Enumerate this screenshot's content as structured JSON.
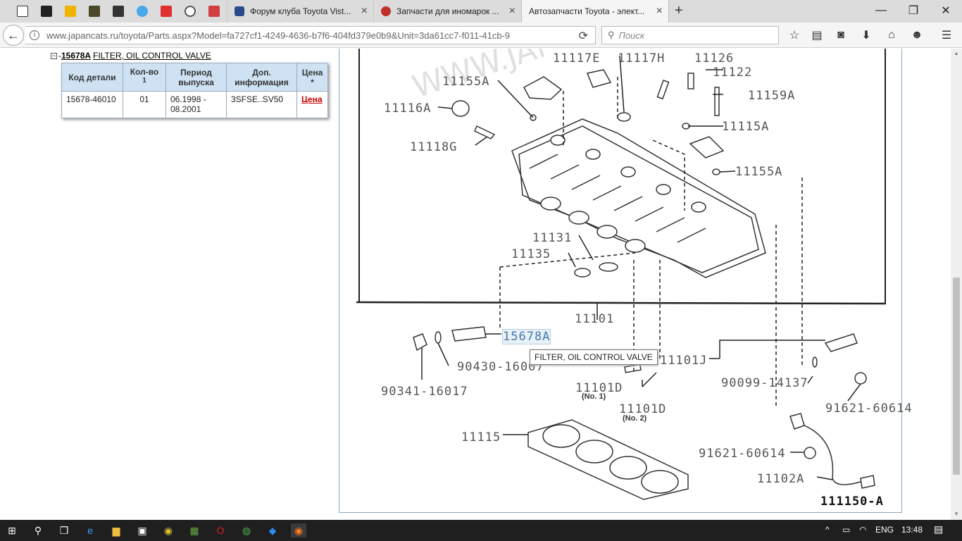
{
  "tabs": [
    {
      "title": "Форум клуба Toyota Vist...",
      "favicon_color": "#2a4a8a"
    },
    {
      "title": "Запчасти для иномарок ...",
      "favicon_color": "#c0302a"
    },
    {
      "title": "Автозапчасти Toyota - элект...",
      "favicon_color": "#ffffff"
    }
  ],
  "window": {
    "minimize": "—",
    "maximize": "❐",
    "close": "✕",
    "new_tab": "+"
  },
  "nav": {
    "back": "←",
    "url_domain": "www.japancats.ru",
    "url_path": "/toyota/Parts.aspx?Model=fa727cf1-4249-4636-b7f6-404fd379e0b9&Unit=3da61cc7-f011-41cb-9",
    "reload": "C",
    "search_placeholder": "Поиск"
  },
  "part": {
    "code": "15678A",
    "name": "FILTER, OIL CONTROL VALVE",
    "headers": [
      "Код детали",
      "Кол-во",
      "Период выпуска",
      "Доп. информация",
      "Цена"
    ],
    "qty_sup": "1",
    "price_mark": "*",
    "row": {
      "code": "15678-46010",
      "qty": "01",
      "period": "06.1998 - 08.2001",
      "info": "3SFSE..SV50",
      "price": "Цена"
    }
  },
  "diagram": {
    "labels": [
      "11117E",
      "11117H",
      "11126",
      "11122",
      "11155A",
      "11116A",
      "11159A",
      "11115A",
      "11118G",
      "11155A",
      "11131",
      "11135",
      "11101",
      "15678A",
      "90430-16007",
      "11101J",
      "90341-16017",
      "90099-14137",
      "11101D",
      "11101D",
      "91621-60614",
      "11115",
      "91621-60614",
      "11102A",
      "111150-A"
    ],
    "sub_labels": [
      "(No. 1)",
      "(No. 2)"
    ],
    "watermark": "WWW.JAP",
    "tooltip": "FILTER, OIL CONTROL VALVE"
  },
  "taskbar": {
    "lang": "ENG",
    "time": "13:48"
  }
}
